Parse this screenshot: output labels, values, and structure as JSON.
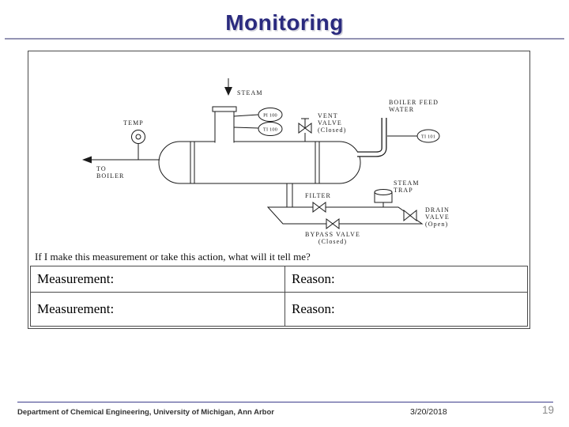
{
  "slide": {
    "title": "Monitoring",
    "caption": "If I make this measurement or take this action, what will it tell me?",
    "table": {
      "rows": [
        {
          "measurement": "Measurement:",
          "reason": "Reason:"
        },
        {
          "measurement": "Measurement:",
          "reason": "Reason:"
        }
      ]
    },
    "footer": {
      "department": "Department of Chemical Engineering, University of Michigan, Ann Arbor",
      "date": "3/20/2018",
      "page": "19"
    },
    "colors": {
      "title_color": "#2a2a7e",
      "top_rule": "#9494b4",
      "footer_rule": "#3c3c8c",
      "page_number": "#8a8a8a",
      "ink": "#1a1a1a"
    }
  },
  "diagram": {
    "labels": {
      "steam": "STEAM",
      "temp": "TEMP",
      "to_boiler_line1": "TO",
      "to_boiler_line2": "BOILER",
      "pi_tag": "PI 100",
      "ti_tag": "TI 100",
      "vent_line1": "VENT",
      "vent_line2": "VALVE",
      "vent_line3": "(Closed)",
      "bfw_line1": "BOILER FEED",
      "bfw_line2": "WATER",
      "ti_right_tag": "TI 101",
      "filter": "FILTER",
      "trap_line1": "STEAM",
      "trap_line2": "TRAP",
      "drain_line1": "DRAIN",
      "drain_line2": "VALVE",
      "drain_line3": "(Open)",
      "bypass_line1": "BYPASS VALVE",
      "bypass_line2": "(Closed)"
    }
  }
}
